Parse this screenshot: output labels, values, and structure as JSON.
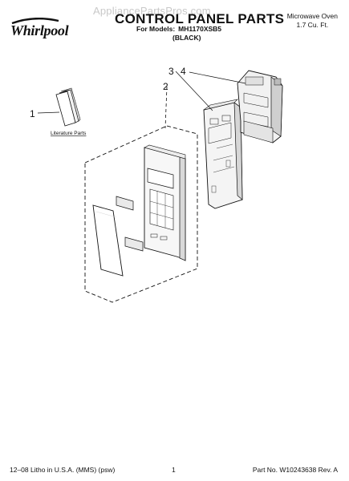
{
  "brand": {
    "logo_text": "Whirlpool"
  },
  "header": {
    "watermark": "AppliancePartsPros.com",
    "title": "CONTROL PANEL PARTS",
    "models_label": "For Models:",
    "model": "MH1170XSB5",
    "color": "(BLACK)",
    "product_type": "Microwave Oven",
    "capacity": "1.7 Cu. Ft."
  },
  "diagram": {
    "callouts": [
      "1",
      "2",
      "3",
      "4"
    ],
    "literature_label": "Literature Parts"
  },
  "footer": {
    "print_info": "12–08 Litho in U.S.A. (MMS) (psw)",
    "page_number": "1",
    "part_number": "Part No. W10243638 Rev. A"
  }
}
